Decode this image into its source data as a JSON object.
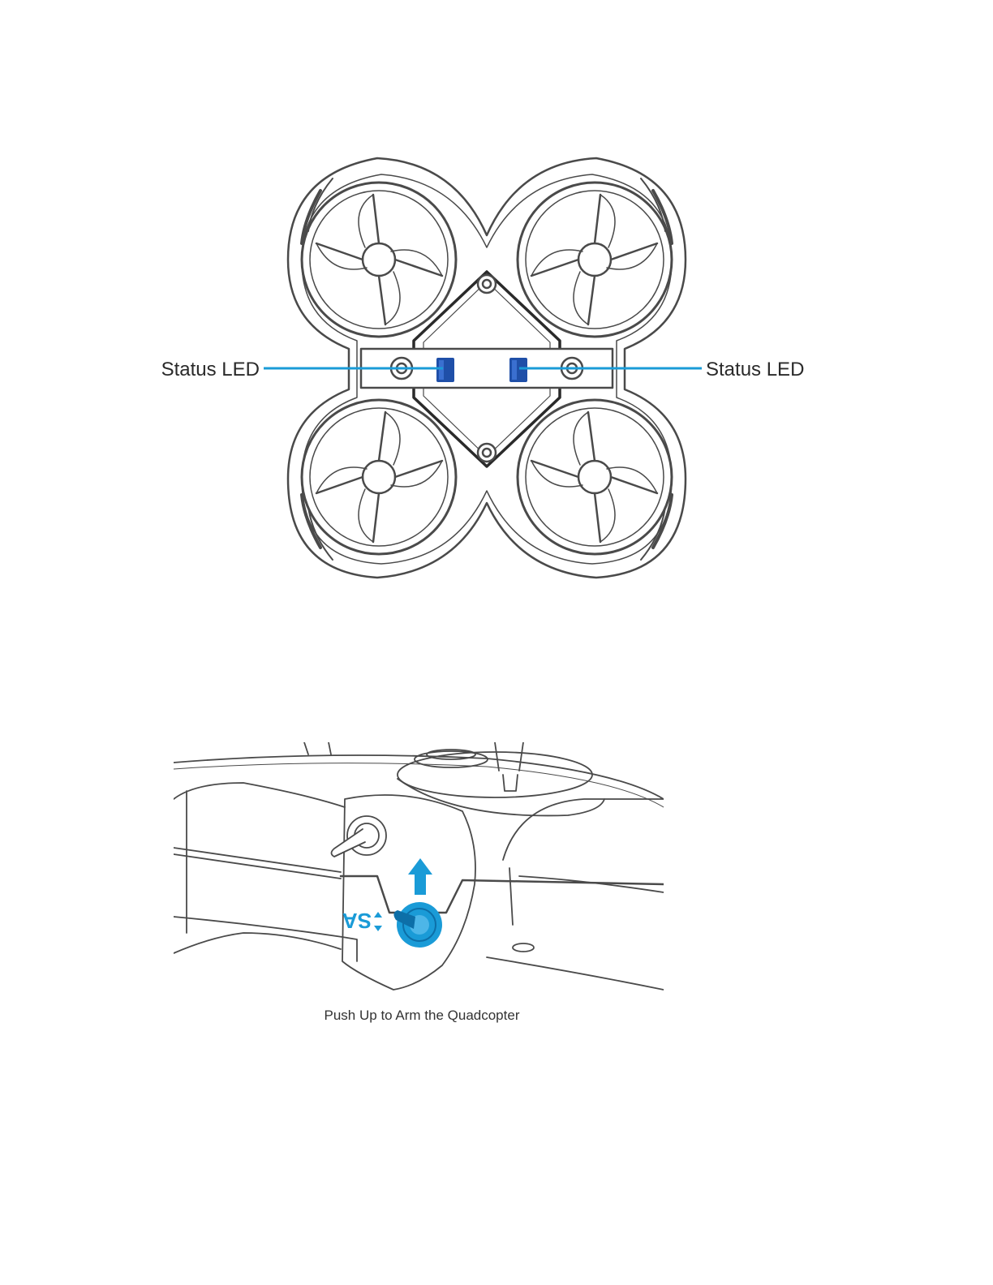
{
  "drone_diagram": {
    "left_label": "Status LED",
    "right_label": "Status LED",
    "accent_color": "#1a9bd7",
    "led_color": "#1f4fa8",
    "line_color": "#4a4a4a"
  },
  "controller_diagram": {
    "switch_label": "SA",
    "caption": "Push Up to Arm the Quadcopter",
    "accent_color": "#1a9bd7",
    "line_color": "#4a4a4a"
  }
}
